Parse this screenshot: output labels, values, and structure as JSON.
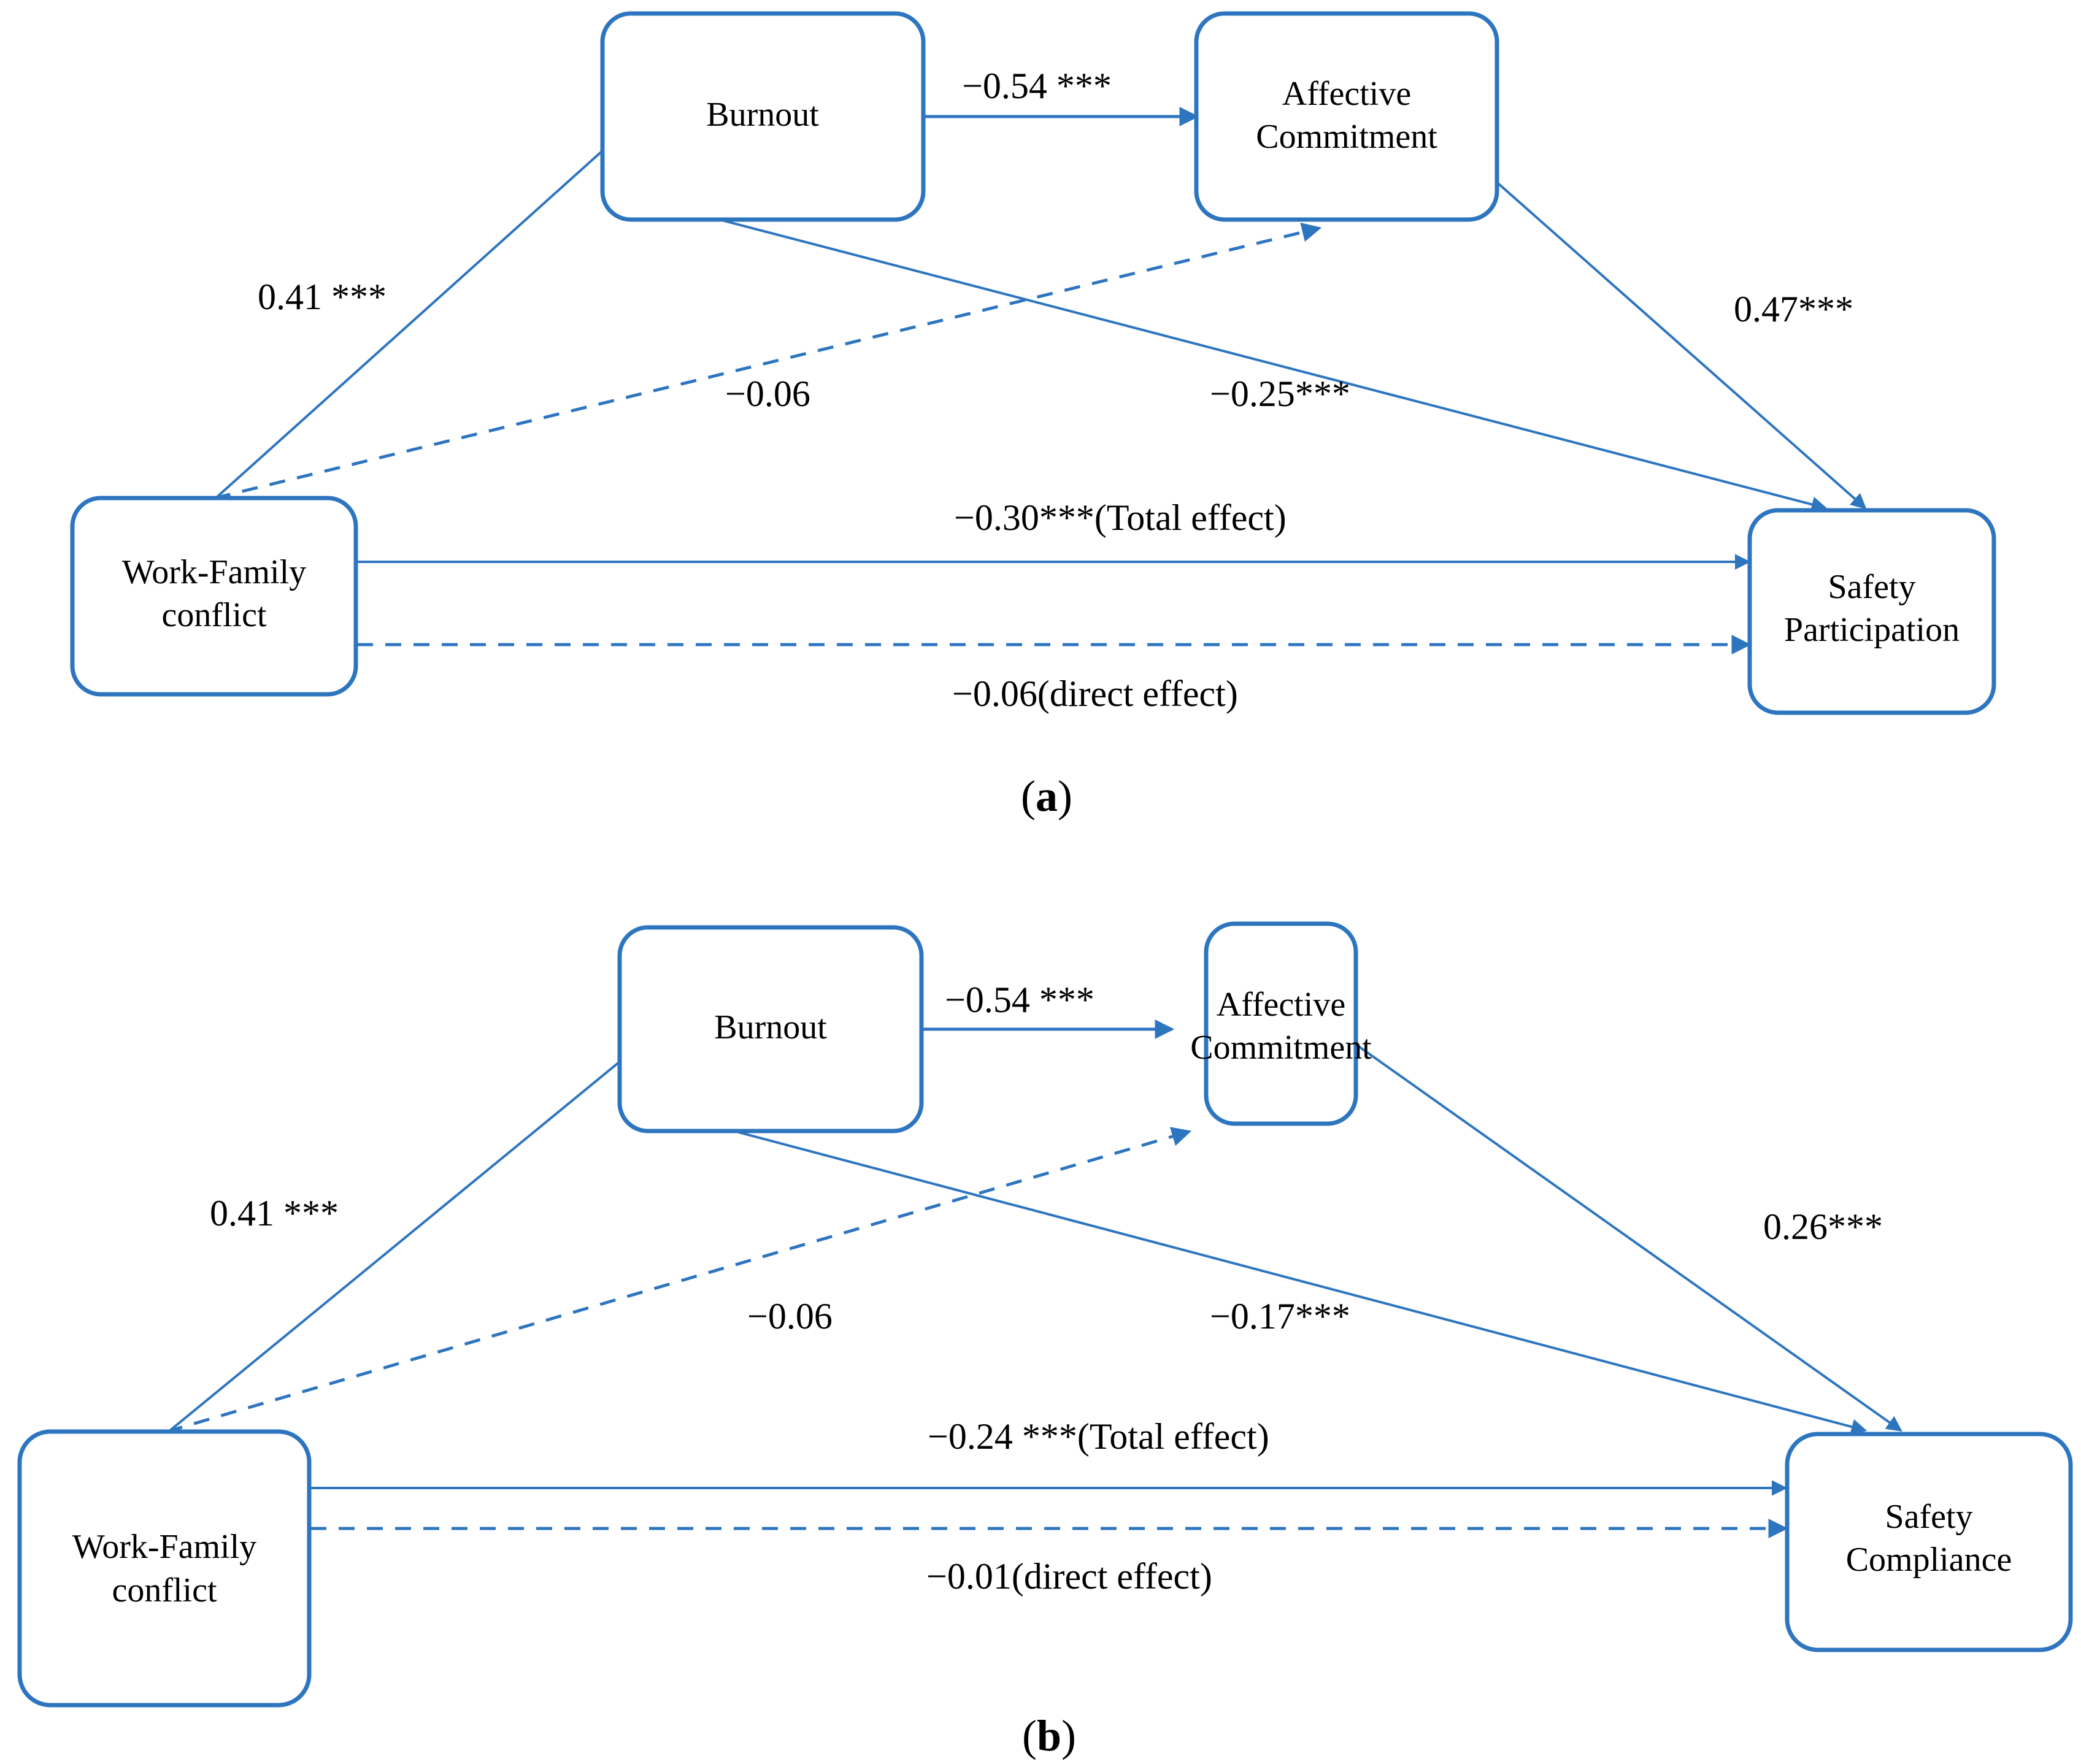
{
  "figure": {
    "type": "path-diagram",
    "accent_color": "#2E75C0",
    "text_color": "#000000",
    "background_color": "#FFFFFF"
  },
  "panels": [
    {
      "id": "a",
      "caption_open": "(",
      "caption_letter": "a",
      "caption_close": ")",
      "nodes": {
        "predictor": "Work-Family\nconflict",
        "predictor_line1": "Work-Family",
        "predictor_line2": "conflict",
        "mediator1": "Burnout",
        "mediator2_line1": "Affective",
        "mediator2_line2": "Commitment",
        "outcome_line1": "Safety",
        "outcome_line2": "Participation"
      },
      "edges": [
        {
          "id": "wfc-to-burnout",
          "label": "0.41 ***",
          "style": "solid",
          "from": "Work-Family conflict",
          "to": "Burnout",
          "value": 0.41,
          "significance": "***"
        },
        {
          "id": "burnout-to-ac",
          "label": "−0.54 ***",
          "style": "solid",
          "from": "Burnout",
          "to": "Affective Commitment",
          "value": -0.54,
          "significance": "***"
        },
        {
          "id": "wfc-to-ac",
          "label": "−0.06",
          "style": "dashed",
          "from": "Work-Family conflict",
          "to": "Affective Commitment",
          "value": -0.06,
          "significance": ""
        },
        {
          "id": "burnout-to-outcome",
          "label": "−0.25***",
          "style": "solid",
          "from": "Burnout",
          "to": "Safety Participation",
          "value": -0.25,
          "significance": "***"
        },
        {
          "id": "ac-to-outcome",
          "label": "0.47***",
          "style": "solid",
          "from": "Affective Commitment",
          "to": "Safety Participation",
          "value": 0.47,
          "significance": "***"
        },
        {
          "id": "total-effect",
          "label": "−0.30***(Total effect)",
          "style": "solid",
          "from": "Work-Family conflict",
          "to": "Safety Participation",
          "value": -0.3,
          "significance": "***",
          "effect_type": "Total effect"
        },
        {
          "id": "direct-effect",
          "label": "−0.06(direct effect)",
          "style": "dashed",
          "from": "Work-Family conflict",
          "to": "Safety Participation",
          "value": -0.06,
          "significance": "",
          "effect_type": "direct effect"
        }
      ]
    },
    {
      "id": "b",
      "caption_open": "(",
      "caption_letter": "b",
      "caption_close": ")",
      "nodes": {
        "predictor_line1": "Work-Family",
        "predictor_line2": "conflict",
        "mediator1": "Burnout",
        "mediator2_line1": "Affective",
        "mediator2_line2": "Commitment",
        "outcome_line1": "Safety",
        "outcome_line2": "Compliance"
      },
      "edges": [
        {
          "id": "wfc-to-burnout",
          "label": "0.41 ***",
          "style": "solid",
          "from": "Work-Family conflict",
          "to": "Burnout",
          "value": 0.41,
          "significance": "***"
        },
        {
          "id": "burnout-to-ac",
          "label": "−0.54 ***",
          "style": "solid",
          "from": "Burnout",
          "to": "Affective Commitment",
          "value": -0.54,
          "significance": "***"
        },
        {
          "id": "wfc-to-ac",
          "label": "−0.06",
          "style": "dashed",
          "from": "Work-Family conflict",
          "to": "Affective Commitment",
          "value": -0.06,
          "significance": ""
        },
        {
          "id": "burnout-to-outcome",
          "label": "−0.17***",
          "style": "solid",
          "from": "Burnout",
          "to": "Safety Compliance",
          "value": -0.17,
          "significance": "***"
        },
        {
          "id": "ac-to-outcome",
          "label": "0.26***",
          "style": "solid",
          "from": "Affective Commitment",
          "to": "Safety Compliance",
          "value": 0.26,
          "significance": "***"
        },
        {
          "id": "total-effect",
          "label": "−0.24 ***(Total effect)",
          "style": "solid",
          "from": "Work-Family conflict",
          "to": "Safety Compliance",
          "value": -0.24,
          "significance": "***",
          "effect_type": "Total effect"
        },
        {
          "id": "direct-effect",
          "label": "−0.01(direct effect)",
          "style": "dashed",
          "from": "Work-Family conflict",
          "to": "Safety Compliance",
          "value": -0.01,
          "significance": "",
          "effect_type": "direct effect"
        }
      ]
    }
  ]
}
